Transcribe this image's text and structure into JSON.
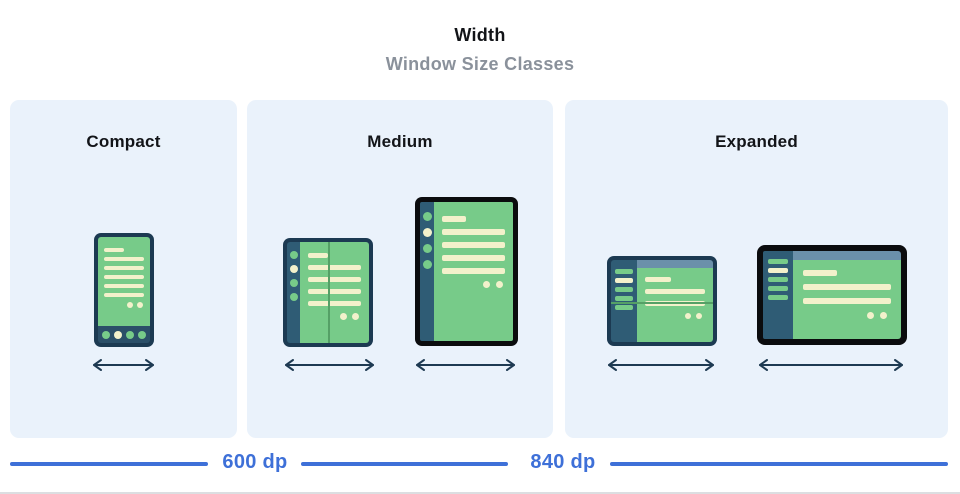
{
  "header": {
    "title": "Width",
    "subtitle": "Window Size Classes"
  },
  "panels": [
    {
      "label": "Compact"
    },
    {
      "label": "Medium"
    },
    {
      "label": "Expanded"
    }
  ],
  "ruler": {
    "first_threshold": "600 dp",
    "second_threshold": "840 dp"
  },
  "icons": {
    "width_arrow": "double-headed-horizontal-arrow"
  },
  "colors": {
    "panel_background": "#EAF2FB",
    "device_frame_navy": "#1C3A52",
    "device_frame_black": "#0B0C0E",
    "screen_green": "#77CB89",
    "content_cream": "#F3F1CB",
    "rail_slate": "#2F5C75",
    "phone_navbar_slate": "#2B4F68",
    "app_header_slate": "#6B90AA",
    "fold_line_green": "#55A066",
    "accent_blue": "#3E70D8",
    "subtitle_gray": "#8A919B",
    "title_black": "#121418"
  }
}
